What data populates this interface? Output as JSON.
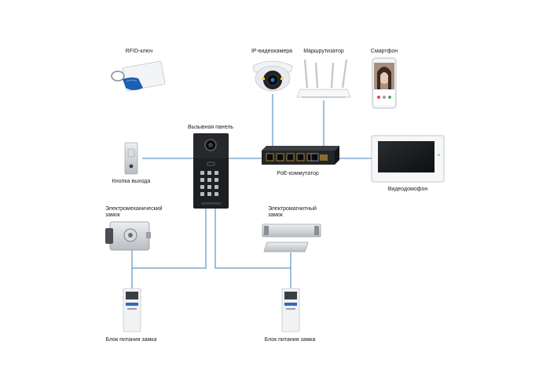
{
  "labels": {
    "rfid": "RFID-ключ",
    "ip_camera": "IP-видеокамера",
    "router": "Маршрутизатор",
    "smartphone": "Смартфон",
    "call_panel": "Вызывная панель",
    "exit_button": "Кнопка выхода",
    "poe_switch": "PoE-коммутатор",
    "video_intercom": "Видеодомофон",
    "electromech_lock": "Электромеханический\nзамок",
    "electromag_lock": "Электромагнитный\nзамок",
    "psu_left": "Блок питания замка",
    "psu_right": "Блок питания замка"
  },
  "colors": {
    "connection": "#3d7fb8",
    "dark_device": "#1d1f22",
    "metal": "#c9ccd0",
    "accent_blue": "#1e5fb3"
  }
}
